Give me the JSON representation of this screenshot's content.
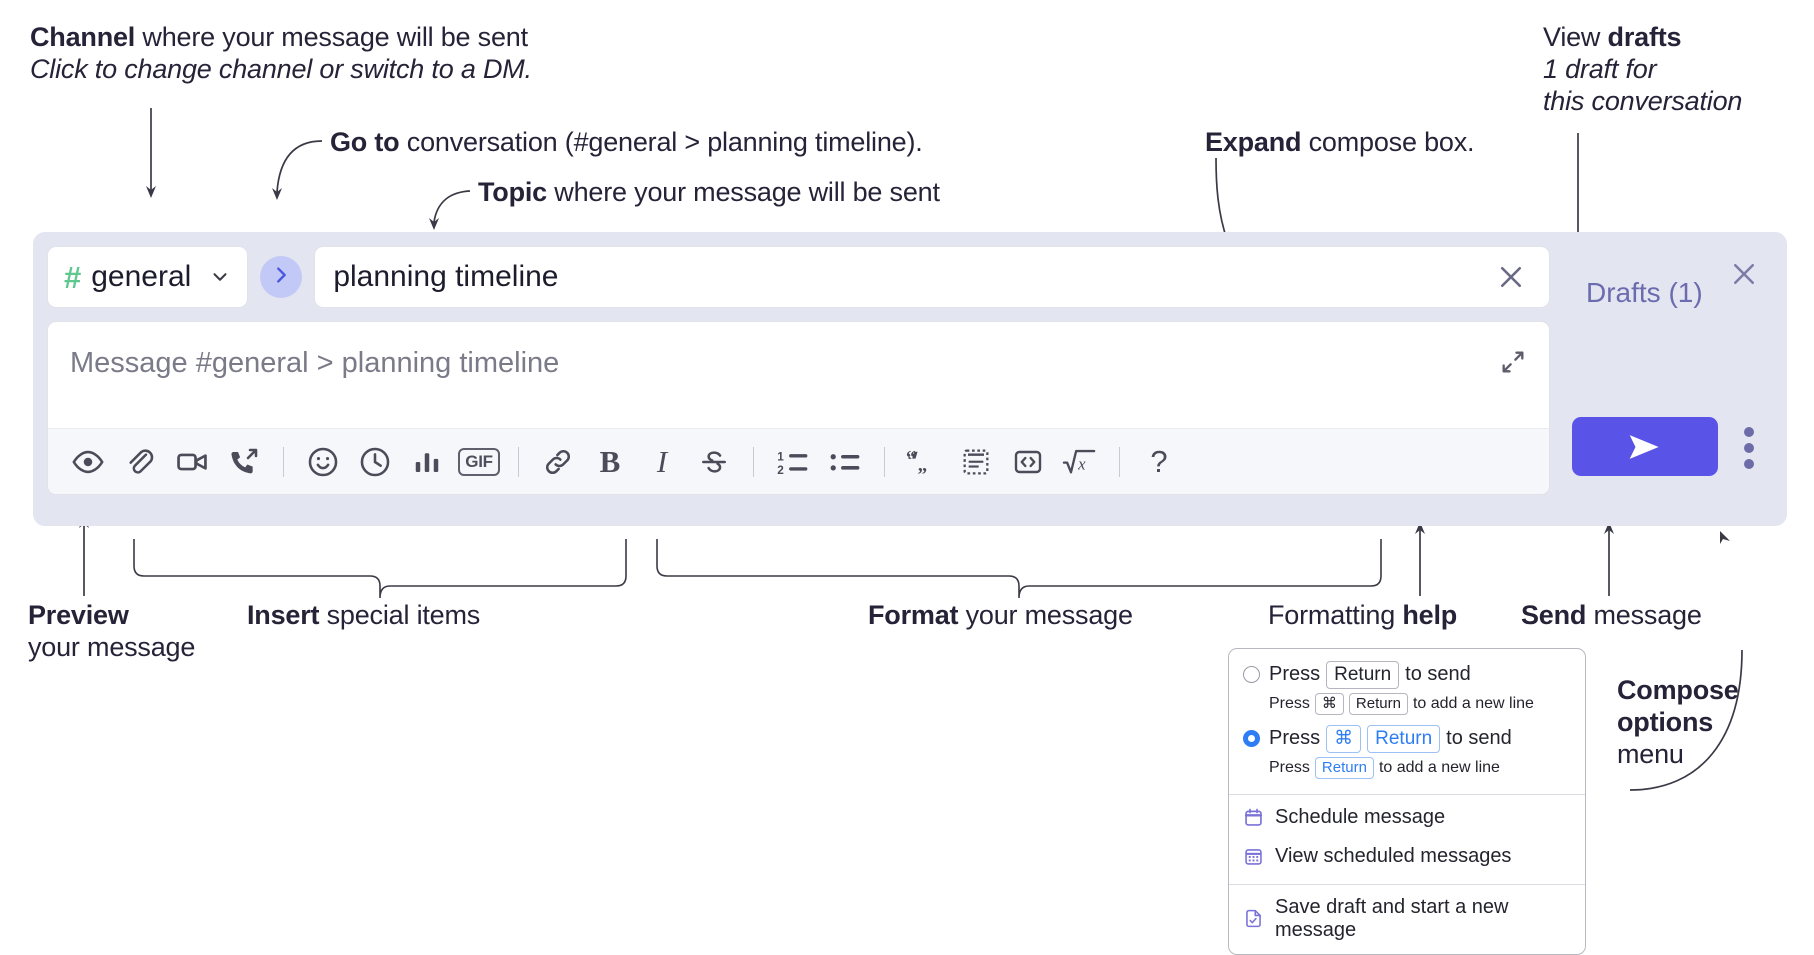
{
  "annotations": {
    "channel": {
      "bold": "Channel",
      "rest": " where your message will be sent",
      "italic": "Click to change channel or switch to a DM."
    },
    "goto": {
      "bold": "Go to",
      "rest": " conversation (#general > planning timeline)."
    },
    "topic": {
      "bold": "Topic",
      "rest": " where your message will be sent"
    },
    "expand": {
      "bold": "Expand",
      "rest": " compose box."
    },
    "drafts": {
      "bold_prefix": "View ",
      "bold": "drafts",
      "italic_l1": "1 draft for",
      "italic_l2": "this conversation"
    },
    "preview": {
      "bold": "Preview",
      "line2": "your message"
    },
    "insert": {
      "bold": "Insert",
      "rest": " special items"
    },
    "format": {
      "bold": "Format",
      "rest": " your message"
    },
    "help": {
      "pre": "Formatting ",
      "bold": "help"
    },
    "send": {
      "bold": "Send",
      "rest": " message"
    },
    "compose_options": {
      "bold_l1": "Compose",
      "bold_l2": "options",
      "l3": "menu"
    }
  },
  "composer": {
    "channel": {
      "hash": "#",
      "name": "general",
      "chevron_icon": "chevron-down-icon"
    },
    "goto_icon": "chevron-right-icon",
    "topic": {
      "value": "planning timeline",
      "clear_icon": "close-icon"
    },
    "message": {
      "placeholder": "Message #general > planning timeline",
      "expand_icon": "expand-icon"
    },
    "toolbar": [
      {
        "name": "preview-button",
        "icon": "eye-icon"
      },
      {
        "name": "attach-button",
        "icon": "paperclip-icon"
      },
      {
        "name": "video-clip-button",
        "icon": "video-camera-icon"
      },
      {
        "name": "audio-clip-button",
        "icon": "phone-forward-icon"
      },
      {
        "name": "separator-1",
        "icon": "separator"
      },
      {
        "name": "emoji-button",
        "icon": "smiley-icon"
      },
      {
        "name": "reminder-button",
        "icon": "clock-icon"
      },
      {
        "name": "poll-button",
        "icon": "bar-chart-icon"
      },
      {
        "name": "gif-button",
        "icon": "gif-icon",
        "label": "GIF"
      },
      {
        "name": "separator-2",
        "icon": "separator"
      },
      {
        "name": "link-button",
        "icon": "link-icon"
      },
      {
        "name": "bold-button",
        "icon": "bold-icon",
        "label": "B"
      },
      {
        "name": "italic-button",
        "icon": "italic-icon",
        "label": "I"
      },
      {
        "name": "strikethrough-button",
        "icon": "strikethrough-icon"
      },
      {
        "name": "separator-3",
        "icon": "separator"
      },
      {
        "name": "ordered-list-button",
        "icon": "ordered-list-icon"
      },
      {
        "name": "bulleted-list-button",
        "icon": "bulleted-list-icon"
      },
      {
        "name": "separator-4",
        "icon": "separator"
      },
      {
        "name": "blockquote-button",
        "icon": "quote-icon"
      },
      {
        "name": "code-block-button",
        "icon": "code-block-icon"
      },
      {
        "name": "inline-code-button",
        "icon": "code-brackets-icon"
      },
      {
        "name": "math-button",
        "icon": "square-root-icon"
      },
      {
        "name": "separator-5",
        "icon": "separator"
      },
      {
        "name": "formatting-help-button",
        "icon": "question-mark-icon",
        "label": "?"
      }
    ],
    "drafts_label": "Drafts (1)",
    "close_icon": "close-icon",
    "send_icon": "send-arrow-icon",
    "kebab_icon": "more-options-icon"
  },
  "options_menu": {
    "radio_options": [
      {
        "selected": false,
        "main_pre": "Press",
        "main_keys": [
          "Return"
        ],
        "main_post": "to send",
        "sub_pre": "Press",
        "sub_keys": [
          "⌘",
          "Return"
        ],
        "sub_post": "to add a new line"
      },
      {
        "selected": true,
        "main_pre": "Press",
        "main_keys": [
          "⌘",
          "Return"
        ],
        "main_post": "to send",
        "sub_pre": "Press",
        "sub_keys": [
          "Return"
        ],
        "sub_post": "to add a new line"
      }
    ],
    "items": [
      {
        "label": "Schedule message",
        "icon": "calendar-icon"
      },
      {
        "label": "View scheduled messages",
        "icon": "calendar-grid-icon"
      },
      {
        "label": "Save draft and start a new message",
        "icon": "document-check-icon"
      }
    ]
  },
  "colors": {
    "panel_bg": "#e3e5f1",
    "accent_send": "#5a53e8",
    "channel_hash_green": "#5fc88f",
    "goto_circle": "#c3c9f6",
    "drafts_text": "#6b6bae",
    "radio_blue": "#2f7df4",
    "menu_icon_purple": "#7b72d8"
  }
}
